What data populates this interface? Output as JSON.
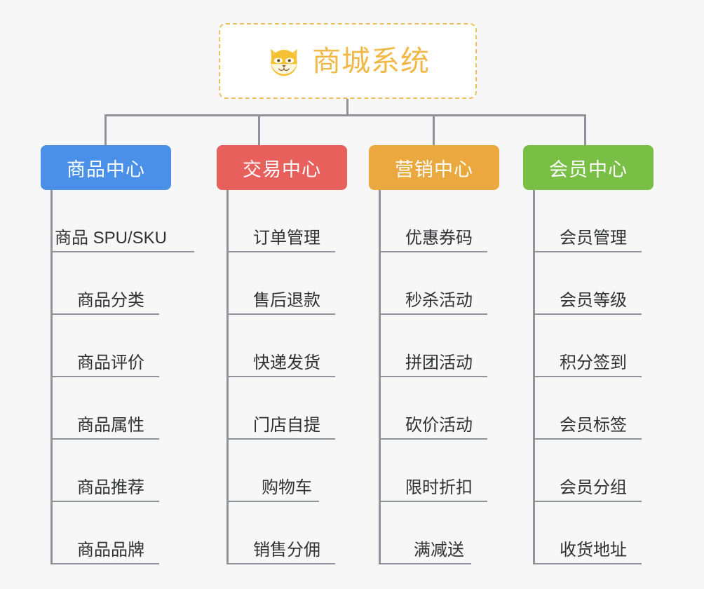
{
  "root": {
    "title": "商城系统",
    "icon": "shiba-dog-face-icon",
    "border_color": "#f0c062",
    "text_color": "#f0b849"
  },
  "connector_color": "#909399",
  "background_color": "#f7f7f7",
  "columns": [
    {
      "id": "product-center",
      "label": "商品中心",
      "color": "#4a90e8",
      "items": [
        "商品 SPU/SKU",
        "商品分类",
        "商品评价",
        "商品属性",
        "商品推荐",
        "商品品牌"
      ]
    },
    {
      "id": "trade-center",
      "label": "交易中心",
      "color": "#e8605c",
      "items": [
        "订单管理",
        "售后退款",
        "快递发货",
        "门店自提",
        "购物车",
        "销售分佣"
      ]
    },
    {
      "id": "marketing-center",
      "label": "营销中心",
      "color": "#eaa83e",
      "items": [
        "优惠券码",
        "秒杀活动",
        "拼团活动",
        "砍价活动",
        "限时折扣",
        "满减送"
      ]
    },
    {
      "id": "member-center",
      "label": "会员中心",
      "color": "#79bf46",
      "items": [
        "会员管理",
        "会员等级",
        "积分签到",
        "会员标签",
        "会员分组",
        "收货地址"
      ]
    }
  ]
}
